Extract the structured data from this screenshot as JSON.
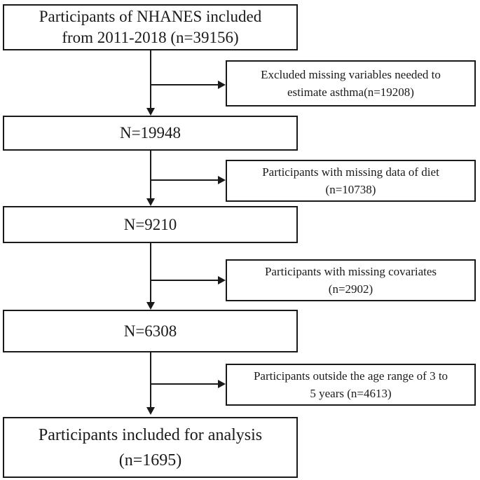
{
  "diagram": {
    "background_color": "#ffffff",
    "line_color": "#1a1a1a",
    "main_boxes": [
      {
        "line1": "Participants of NHANES included",
        "line2": "from 2011-2018 (n=39156)",
        "n": 39156
      },
      {
        "line1": "N=19948",
        "n": 19948
      },
      {
        "line1": "N=9210",
        "n": 9210
      },
      {
        "line1": "N=6308",
        "n": 6308
      },
      {
        "line1": "Participants included for analysis",
        "line2": "(n=1695)",
        "n": 1695
      }
    ],
    "exclusion_boxes": [
      {
        "line1": "Excluded missing variables needed to",
        "line2": "estimate asthma(n=19208)",
        "n": 19208
      },
      {
        "line1": "Participants with missing data of diet",
        "line2": "(n=10738)",
        "n": 10738
      },
      {
        "line1": "Participants with missing covariates",
        "line2": "(n=2902)",
        "n": 2902
      },
      {
        "line1": "Participants outside the age range of 3 to",
        "line2": "5 years (n=4613)",
        "n": 4613
      }
    ]
  }
}
